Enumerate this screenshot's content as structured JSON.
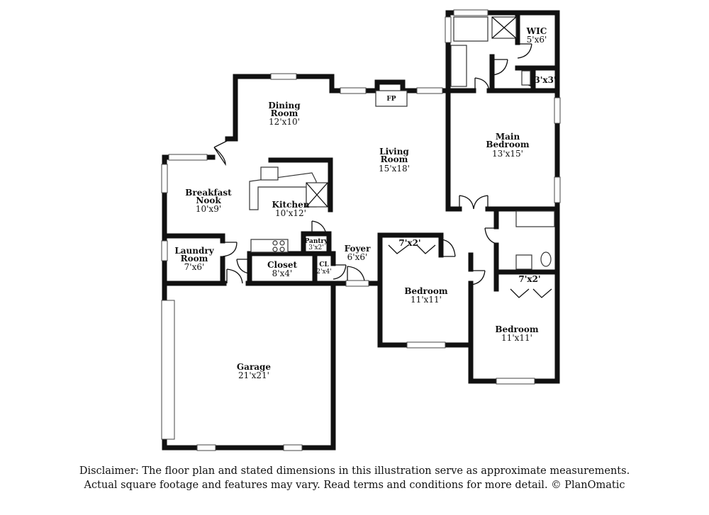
{
  "rooms": {
    "dining": {
      "name_1": "Dining",
      "name_2": "Room",
      "dim": "12'x10'"
    },
    "living": {
      "name_1": "Living",
      "name_2": "Room",
      "dim": "15'x18'"
    },
    "main_bedroom": {
      "name_1": "Main",
      "name_2": "Bedroom",
      "dim": "13'x15'"
    },
    "wic": {
      "name": "WIC",
      "dim": "5'x6'"
    },
    "linen": {
      "dim": "3'x3'"
    },
    "breakfast": {
      "name_1": "Breakfast",
      "name_2": "Nook",
      "dim": "10'x9'"
    },
    "kitchen": {
      "name": "Kitchen",
      "dim": "10'x12'"
    },
    "pantry": {
      "name": "Pantry",
      "dim": "3'x2'"
    },
    "laundry": {
      "name_1": "Laundry",
      "name_2": "Room",
      "dim": "7'x6'"
    },
    "closet": {
      "name": "Closet",
      "dim": "8'x4'"
    },
    "cl": {
      "name": "CL",
      "dim": "2'x4'"
    },
    "foyer": {
      "name": "Foyer",
      "dim": "6'x6'"
    },
    "bedroom_1": {
      "name": "Bedroom",
      "dim": "11'x11'",
      "closet_dim": "7'x2'"
    },
    "bedroom_2": {
      "name": "Bedroom",
      "dim": "11'x11'",
      "closet_dim": "7'x2'"
    },
    "garage": {
      "name": "Garage",
      "dim": "21'x21'"
    },
    "fireplace": {
      "label": "FP"
    }
  },
  "disclaimer": {
    "line_1": "Disclaimer: The floor plan and stated dimensions in this illustration serve as approximate measurements.",
    "line_2": "Actual square footage and features may vary. Read terms and conditions for more detail. © PlanOmatic"
  }
}
